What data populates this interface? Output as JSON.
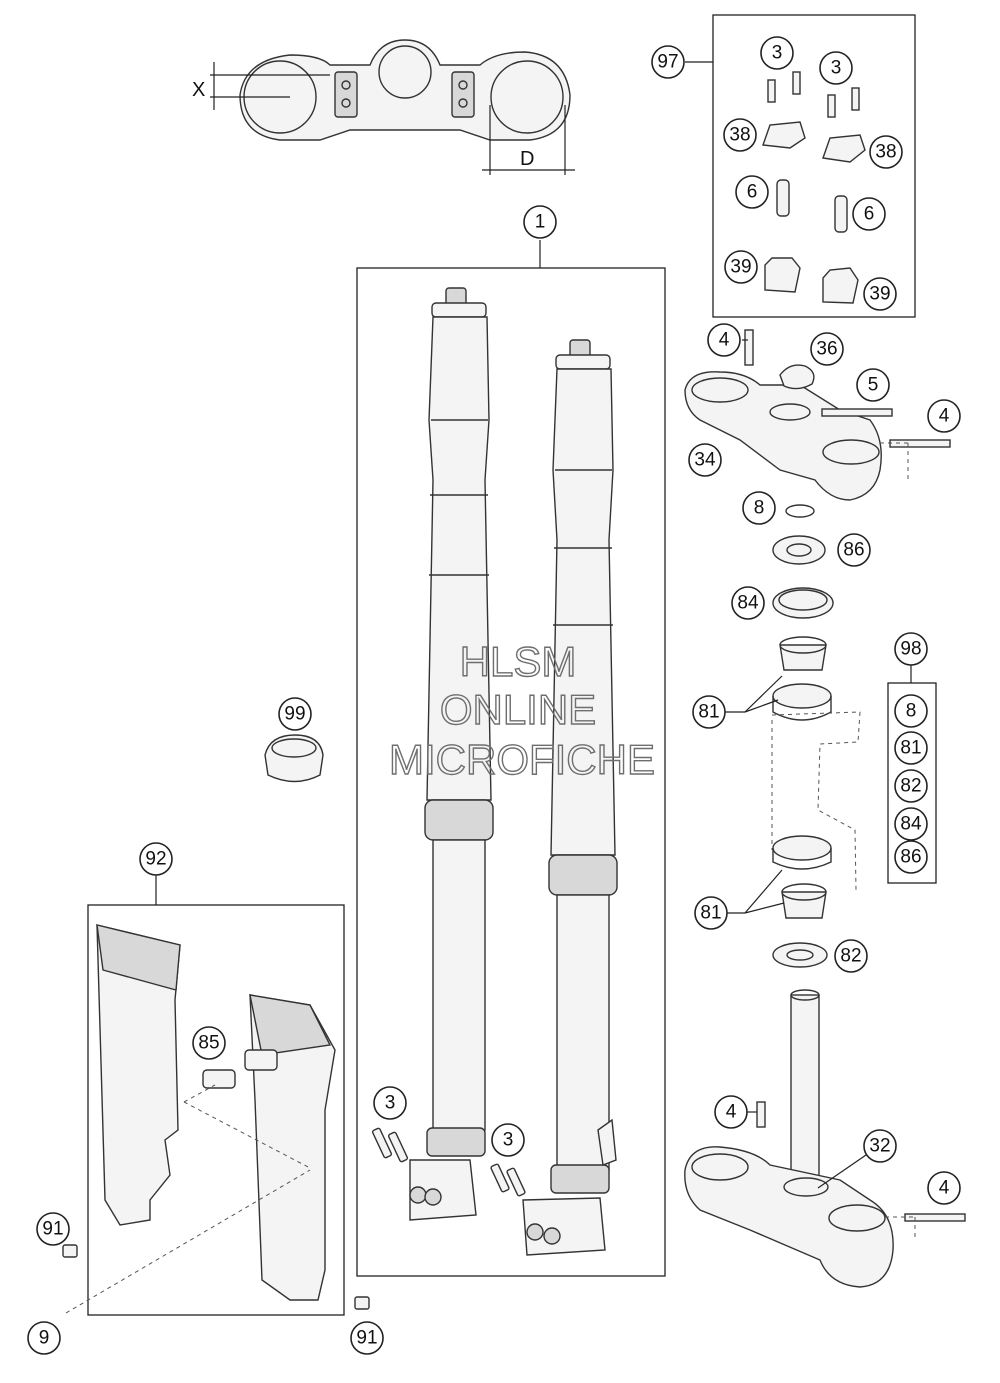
{
  "watermark": {
    "line1": "HLSM",
    "line2": "ONLINE",
    "line3": "MICROFICHE"
  },
  "dimensions": {
    "x_label": "X",
    "d_label": "D"
  },
  "callouts": {
    "c1": "1",
    "c97": "97",
    "c3a": "3",
    "c3b": "3",
    "c38a": "38",
    "c38b": "38",
    "c6a": "6",
    "c6b": "6",
    "c39a": "39",
    "c39b": "39",
    "c4a": "4",
    "c36": "36",
    "c5": "5",
    "c4b": "4",
    "c34": "34",
    "c8": "8",
    "c86": "86",
    "c84": "84",
    "c98": "98",
    "c81a": "81",
    "c81b": "81",
    "c82": "82",
    "c99": "99",
    "c92": "92",
    "c85": "85",
    "c3c": "3",
    "c3d": "3",
    "c4c": "4",
    "c32": "32",
    "c4d": "4",
    "c91a": "91",
    "c9": "9",
    "c91b": "91"
  },
  "kit98_items": [
    "8",
    "81",
    "82",
    "84",
    "86"
  ]
}
